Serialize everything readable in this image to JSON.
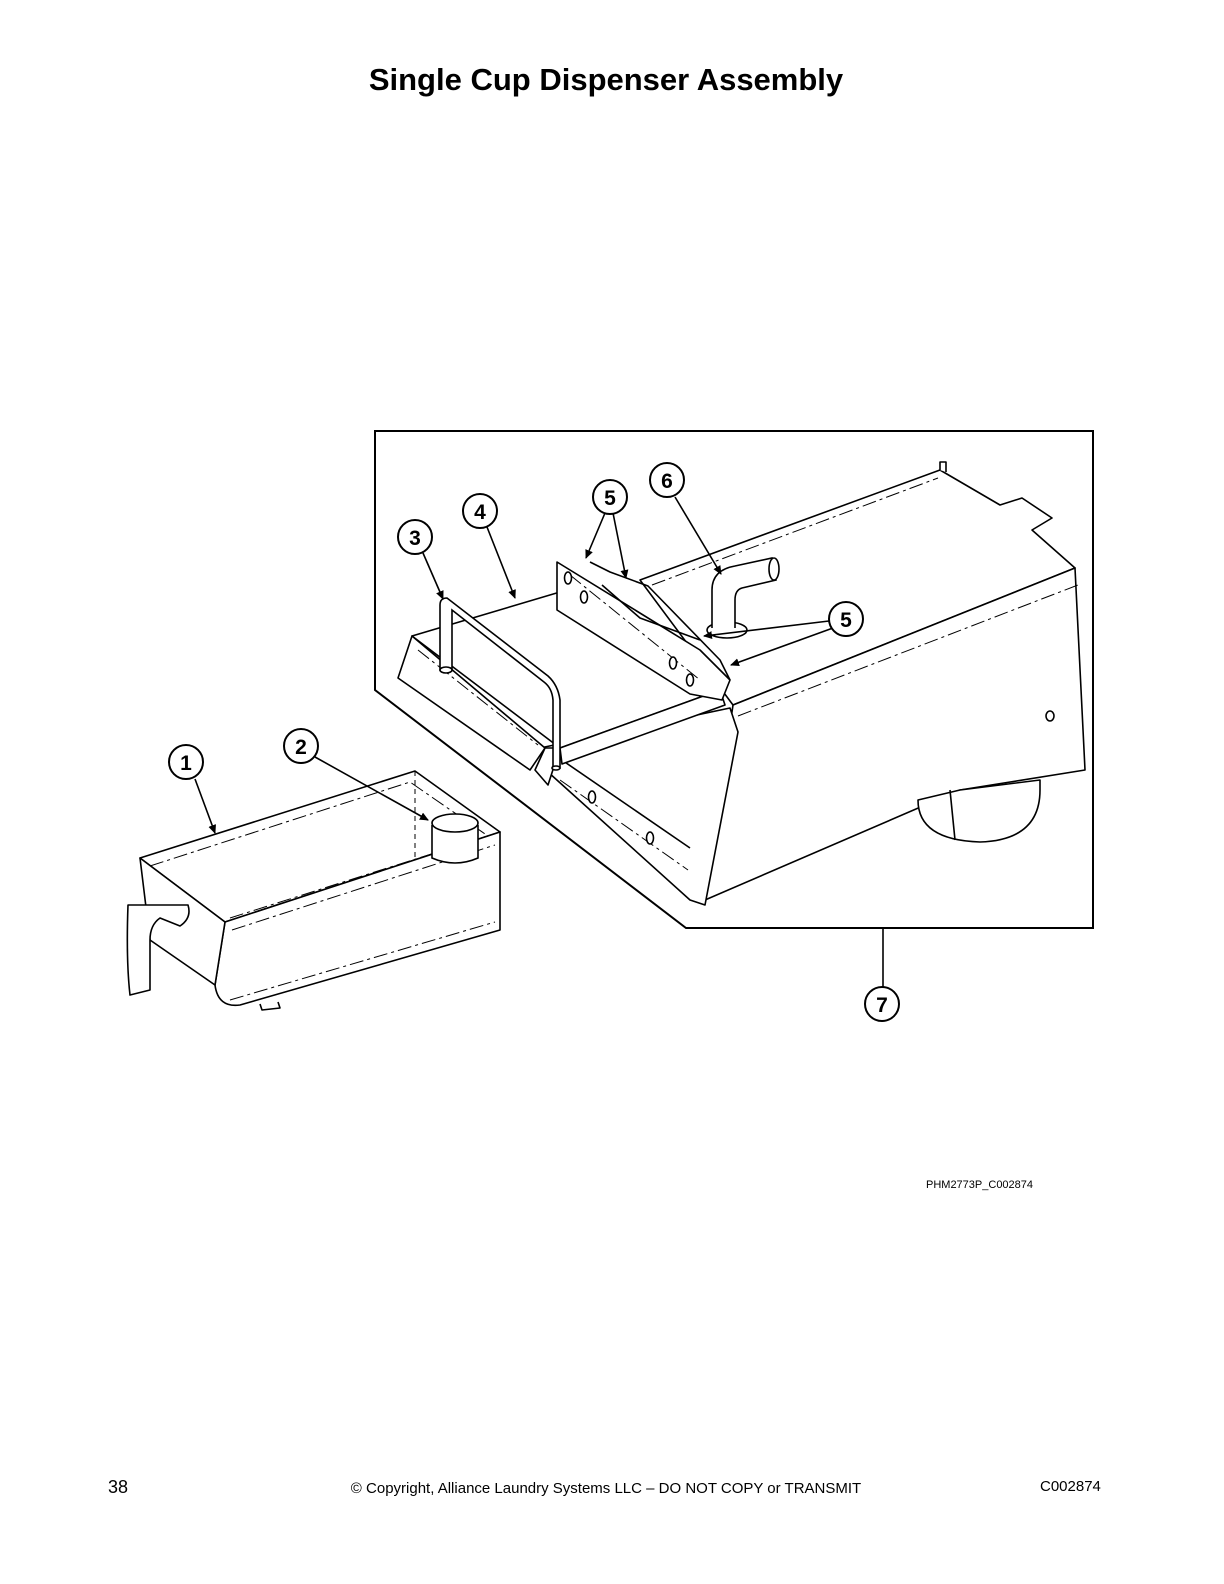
{
  "page": {
    "title": "Single Cup Dispenser Assembly",
    "figure_id": "PHM2773P_C002874",
    "page_number": "38",
    "copyright": "© Copyright, Alliance Laundry Systems LLC – DO NOT COPY or TRANSMIT",
    "doc_code": "C002874"
  },
  "callouts": {
    "c1": "1",
    "c2": "2",
    "c3": "3",
    "c4": "4",
    "c5a": "5",
    "c5b": "5",
    "c6": "6",
    "c7": "7"
  }
}
